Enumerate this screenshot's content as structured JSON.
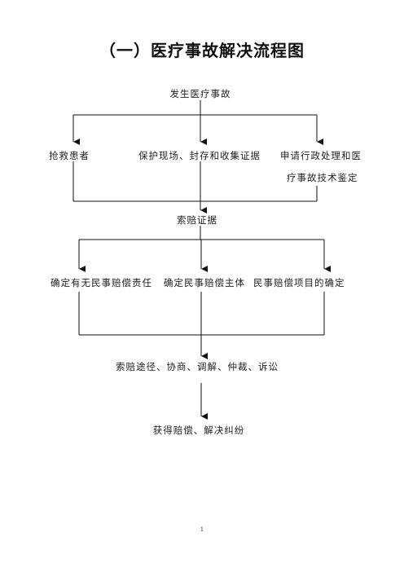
{
  "title": "（一）医疗事故解决流程图",
  "nodes": {
    "start": "发生医疗事故",
    "rescue": "抢救患者",
    "preserve": "保护现场、封存和收集证据",
    "apply_line1": "申请行政处理和医",
    "apply_line2": "疗事故技术鉴定",
    "claim_evidence": "索赔证据",
    "liability": "确定有无民事赔偿责任",
    "subject": "确定民事赔偿主体",
    "items": "民事赔偿项目的确定",
    "channels": "索赔途径、协商、调解、仲裁、诉讼",
    "result": "获得赔偿、解决纠纷"
  },
  "page_number": "1"
}
